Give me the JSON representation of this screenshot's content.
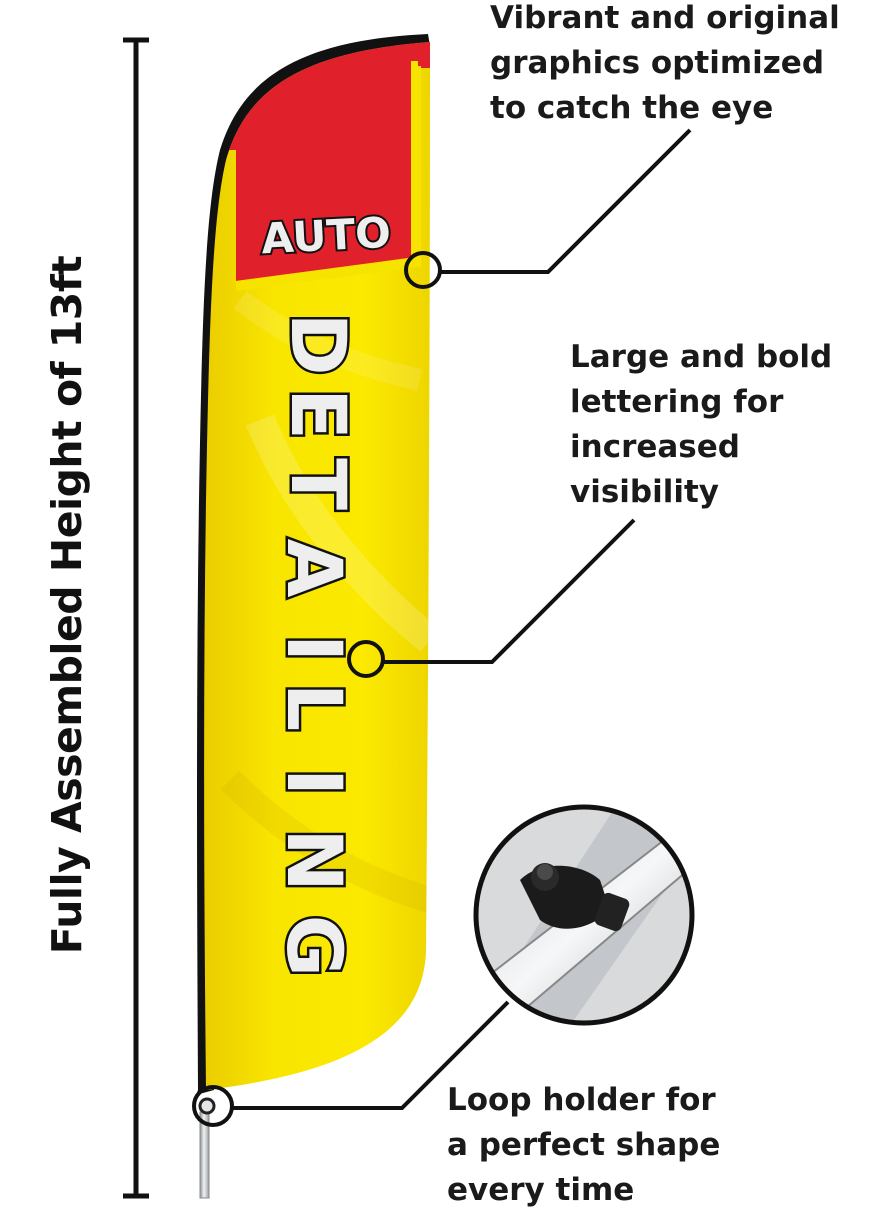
{
  "flag": {
    "top_word": "AUTO",
    "vertical_letters": [
      "D",
      "E",
      "T",
      "A",
      "I",
      "L",
      "I",
      "N",
      "G"
    ]
  },
  "height_label": "Fully Assembled Height of 13ft",
  "callouts": {
    "graphics": [
      "Vibrant and original",
      "graphics optimized",
      "to catch the eye"
    ],
    "lettering": [
      "Large and bold",
      "lettering for",
      "increased",
      "visibility"
    ],
    "loop": [
      "Loop holder for",
      "a perfect shape",
      "every time"
    ]
  },
  "colors": {
    "flag_yellow": "#f7e300",
    "flag_red": "#e0202a",
    "flag_edge": "#111111",
    "letter_fill": "#eeeeee",
    "pole_gray": "#b9bcc0"
  }
}
